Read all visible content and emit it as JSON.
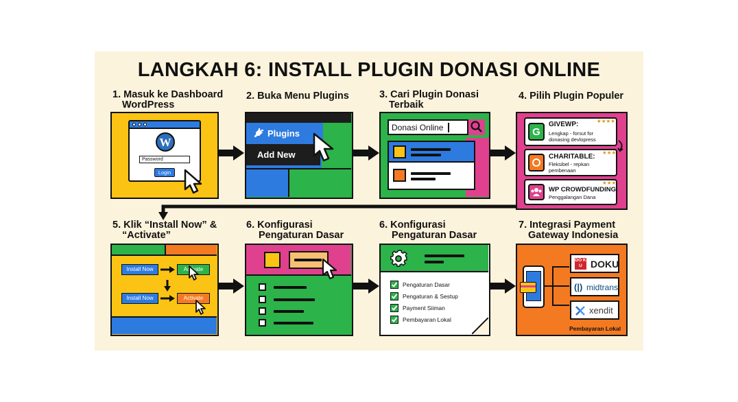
{
  "title": "LANGKAH 6: INSTALL PLUGIN DONASI ONLINE",
  "steps": [
    {
      "title_line1": "1. Masuk ke Dashboard",
      "title_line2": "WordPress"
    },
    {
      "title_line1": "2. Buka Menu Plugins"
    },
    {
      "title_line1": "3. Cari Plugin Donasi",
      "title_line2": "Terbaik"
    },
    {
      "title_line1": "4. Pilih Plugin Populer"
    },
    {
      "title_line1": "5. Klik “Install Now” &",
      "title_line2": "“Activate”"
    },
    {
      "title_line1": "6. Konfigurasi",
      "title_line2": "Pengaturan Dasar"
    },
    {
      "title_line1": "6. Konfigurasi",
      "title_line2": "Pengaturan Dasar"
    },
    {
      "title_line1": "7. Integrasi Payment",
      "title_line2": "Gateway Indonesia"
    }
  ],
  "login": {
    "password_label": "Password",
    "login_button": "Login"
  },
  "plugins_menu": {
    "plugins_label": "Plugins",
    "add_new_label": "Add New"
  },
  "search": {
    "value": "Donasi Online"
  },
  "plugin_list": [
    {
      "name": "GIVEWP:",
      "desc1": "Lengkap - forsut for",
      "desc2": "donasing devlopress",
      "stars": "★★★★"
    },
    {
      "name": "CHARITABLE:",
      "desc1": "Fleksibel - repkan",
      "desc2": "pembenaan",
      "stars": "★★★"
    },
    {
      "name": "WP CROWDFUNDING:",
      "desc1": "Penggalangan Dana",
      "stars": "★★★"
    }
  ],
  "install": {
    "install_label": "Install Now",
    "activate_label": "Activate"
  },
  "settings_checklist": [
    "Pengaturan Dasar",
    "Pengaturan & Sestup",
    "Payment Siiman",
    "Pembayaran Lokal"
  ],
  "payment": {
    "doku_logo": "DO KU",
    "doku": "DOKU",
    "midtrans": "midtrans",
    "xendit": "xendit",
    "footer": "Pembayaran Lokal"
  },
  "colors": {
    "poster_bg": "#fcf3dc",
    "yellow": "#fbc414",
    "green": "#2cb34a",
    "blue": "#2e7be0",
    "pink": "#e0418e",
    "orange": "#f47a21",
    "dark": "#1d1d1d",
    "white": "#ffffff"
  }
}
